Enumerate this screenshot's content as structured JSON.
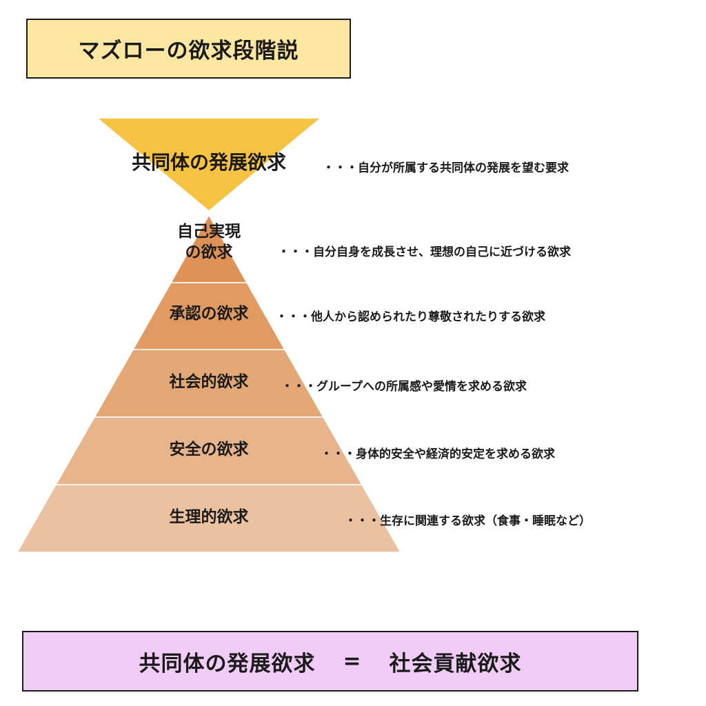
{
  "title": "マズローの欲求段階説",
  "top_level": {
    "label": "共同体の発展欲求",
    "description": "・・・自分が所属する共同体の発展を望む要求",
    "color": "#f5c242"
  },
  "levels": [
    {
      "label_line1": "自己実現",
      "label_line2": "の欲求",
      "description": "・・・自分自身を成長させ、理想の自己に近づける欲求",
      "color": "#de9256"
    },
    {
      "label": "承認の欲求",
      "description": "・・・他人から認められたり尊敬されたりする欲求",
      "color": "#e09a62"
    },
    {
      "label": "社会的欲求",
      "description": "・・・グループへの所属感や愛情を求める欲求",
      "color": "#e4a877"
    },
    {
      "label": "安全の欲求",
      "description": "・・・身体的安全や経済的安定を求める欲求",
      "color": "#e7b48b"
    },
    {
      "label": "生理的欲求",
      "description": "・・・生存に関連する欲求（食事・睡眠など）",
      "color": "#ebc1a0"
    }
  ],
  "equation": {
    "left": "共同体の発展欲求",
    "operator": "=",
    "right": "社会貢献欲求"
  }
}
